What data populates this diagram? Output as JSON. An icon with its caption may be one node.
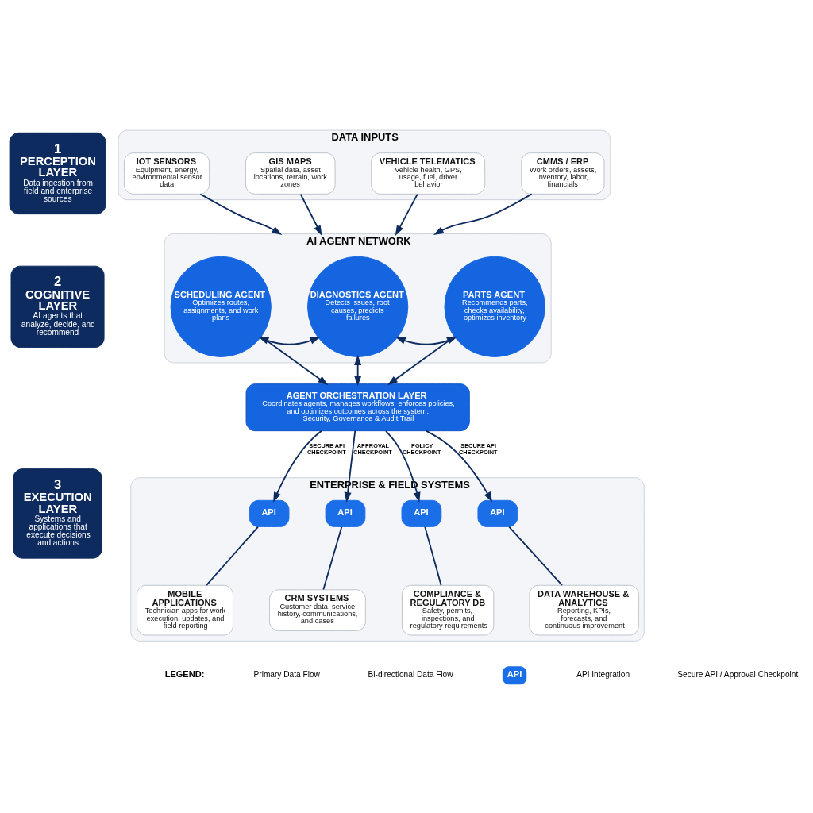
{
  "diagram": {
    "nodes": [
      {
        "text": [
          "1",
          "PERCEPTION LAYER",
          "Data ingestion from field and enterprise sources"
        ]
      },
      {
        "text": [
          "DATA INPUTS"
        ]
      },
      {
        "text": [
          "IOT SENSORS",
          "Equipment, energy, environmental sensor data"
        ],
        "in": 1
      },
      {
        "text": [
          "GIS MAPS",
          "Spatial data, asset locations, terrain, work zones"
        ],
        "in": 1
      },
      {
        "text": [
          "VEHICLE TELEMATICS",
          "Vehicle health, GPS, usage, fuel, driver behavior"
        ],
        "in": 1
      },
      {
        "text": [
          "CMMS / ERP",
          "Work orders, assets, inventory, labor, financials"
        ],
        "in": 1
      },
      {
        "text": [
          "2",
          "COGNITIVE LAYER",
          "AI agents that analyze, decide, and recommend"
        ]
      },
      {
        "text": [
          "AI AGENT NETWORK"
        ]
      },
      {
        "text": [
          "SCHEDULING AGENT",
          "Optimizes routes, assignments, and work plans"
        ],
        "in": 7
      },
      {
        "text": [
          "DIAGNOSTICS AGENT",
          "Detects issues, root causes, predicts failures"
        ],
        "in": 7
      },
      {
        "text": [
          "PARTS AGENT",
          "Recommends parts, checks availability, optimizes inventory"
        ],
        "in": 7
      },
      {
        "text": [
          "AGENT ORCHESTRATION LAYER",
          "Coordinates agents, manages workflows, enforces policies, and optimizes outcomes across the system.",
          "Security, Governance & Audit Trail"
        ]
      },
      {
        "text": [
          "3",
          "EXECUTION LAYER",
          "Systems and applications that execute decisions and actions"
        ]
      },
      {
        "text": [
          "ENTERPRISE & FIELD SYSTEMS"
        ]
      },
      {
        "text": [
          "API"
        ],
        "in": 13
      },
      {
        "text": [
          "API"
        ],
        "in": 13
      },
      {
        "text": [
          "API"
        ],
        "in": 13
      },
      {
        "text": [
          "API"
        ],
        "in": 13
      },
      {
        "text": [
          "MOBILE APPLICATIONS",
          "Technician apps for work execution, updates, and field reporting"
        ],
        "in": 13
      },
      {
        "text": [
          "CRM SYSTEMS",
          "Customer data, service history, communications, and cases"
        ],
        "in": 13
      },
      {
        "text": [
          "COMPLIANCE & REGULATORY DB",
          "Safety, permits, inspections, and regulatory requirements"
        ],
        "in": 13
      },
      {
        "text": [
          "DATA WAREHOUSE & ANALYTICS",
          "Reporting, KPIs, forecasts, and continuous improvement"
        ],
        "in": 13
      }
    ],
    "edges": [
      {
        "from": 2,
        "to": 7,
        "arrow": "to"
      },
      {
        "from": 3,
        "to": 7,
        "arrow": "to"
      },
      {
        "from": 4,
        "to": 7,
        "arrow": "to"
      },
      {
        "from": 5,
        "to": 7,
        "arrow": "to"
      },
      {
        "from": 8,
        "to": 9,
        "arrow": "both"
      },
      {
        "from": 9,
        "to": 10,
        "arrow": "both"
      },
      {
        "from": 8,
        "to": 11,
        "arrow": "to"
      },
      {
        "from": 9,
        "to": 11,
        "arrow": "both"
      },
      {
        "from": 10,
        "to": 11,
        "arrow": "to"
      },
      {
        "from": 11,
        "to": 14,
        "arrow": "to",
        "label": "SECURE API CHECKPOINT"
      },
      {
        "from": 11,
        "to": 15,
        "arrow": "to",
        "label": "APPROVAL CHECKPOINT"
      },
      {
        "from": 11,
        "to": 16,
        "arrow": "to",
        "label": "POLICY CHECKPOINT"
      },
      {
        "from": 11,
        "to": 17,
        "arrow": "to",
        "label": "SECURE API CHECKPOINT"
      },
      {
        "from": 14,
        "to": 18,
        "arrow": "none"
      },
      {
        "from": 15,
        "to": 19,
        "arrow": "none"
      },
      {
        "from": 16,
        "to": 20,
        "arrow": "none"
      },
      {
        "from": 17,
        "to": 21,
        "arrow": "none"
      }
    ],
    "labels": [
      "LEGEND:",
      "API"
    ],
    "legend": [
      {
        "text": "Primary Data Flow"
      },
      {
        "text": "Bi-directional Data Flow"
      },
      {
        "text": "API Integration"
      },
      {
        "text": "Secure API / Approval Checkpoint"
      }
    ]
  }
}
